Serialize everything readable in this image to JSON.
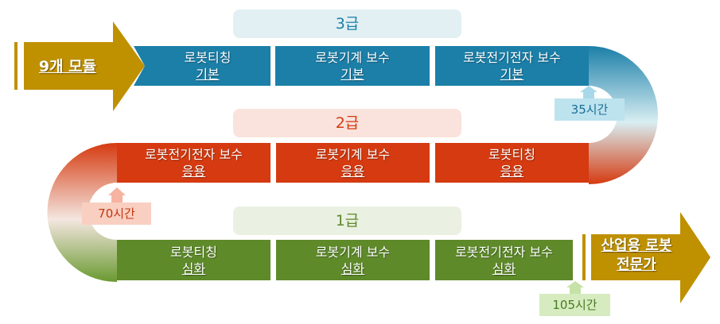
{
  "start_label": "9개 모듈",
  "end_label_line1": "산업용 로봇",
  "end_label_line2": "전문가",
  "colors": {
    "gold": "#bf9000",
    "blue": "#1b7fa8",
    "red": "#d53a10",
    "green": "#5e8a2a"
  },
  "levels": [
    {
      "label": "3급",
      "hours": "35시간",
      "modules": [
        {
          "line1": "로봇티칭",
          "line2": "기본"
        },
        {
          "line1": "로봇기계 보수",
          "line2": "기본"
        },
        {
          "line1": "로봇전기전자 보수",
          "line2": "기본"
        }
      ]
    },
    {
      "label": "2급",
      "hours": "70시간",
      "modules": [
        {
          "line1": "로봇전기전자 보수",
          "line2": "응용"
        },
        {
          "line1": "로봇기계 보수",
          "line2": "응용"
        },
        {
          "line1": "로봇티칭",
          "line2": "응용"
        }
      ]
    },
    {
      "label": "1급",
      "hours": "105시간",
      "modules": [
        {
          "line1": "로봇티칭",
          "line2": "심화"
        },
        {
          "line1": "로봇기계 보수",
          "line2": "심화"
        },
        {
          "line1": "로봇전기전자 보수",
          "line2": "심화"
        }
      ]
    }
  ]
}
